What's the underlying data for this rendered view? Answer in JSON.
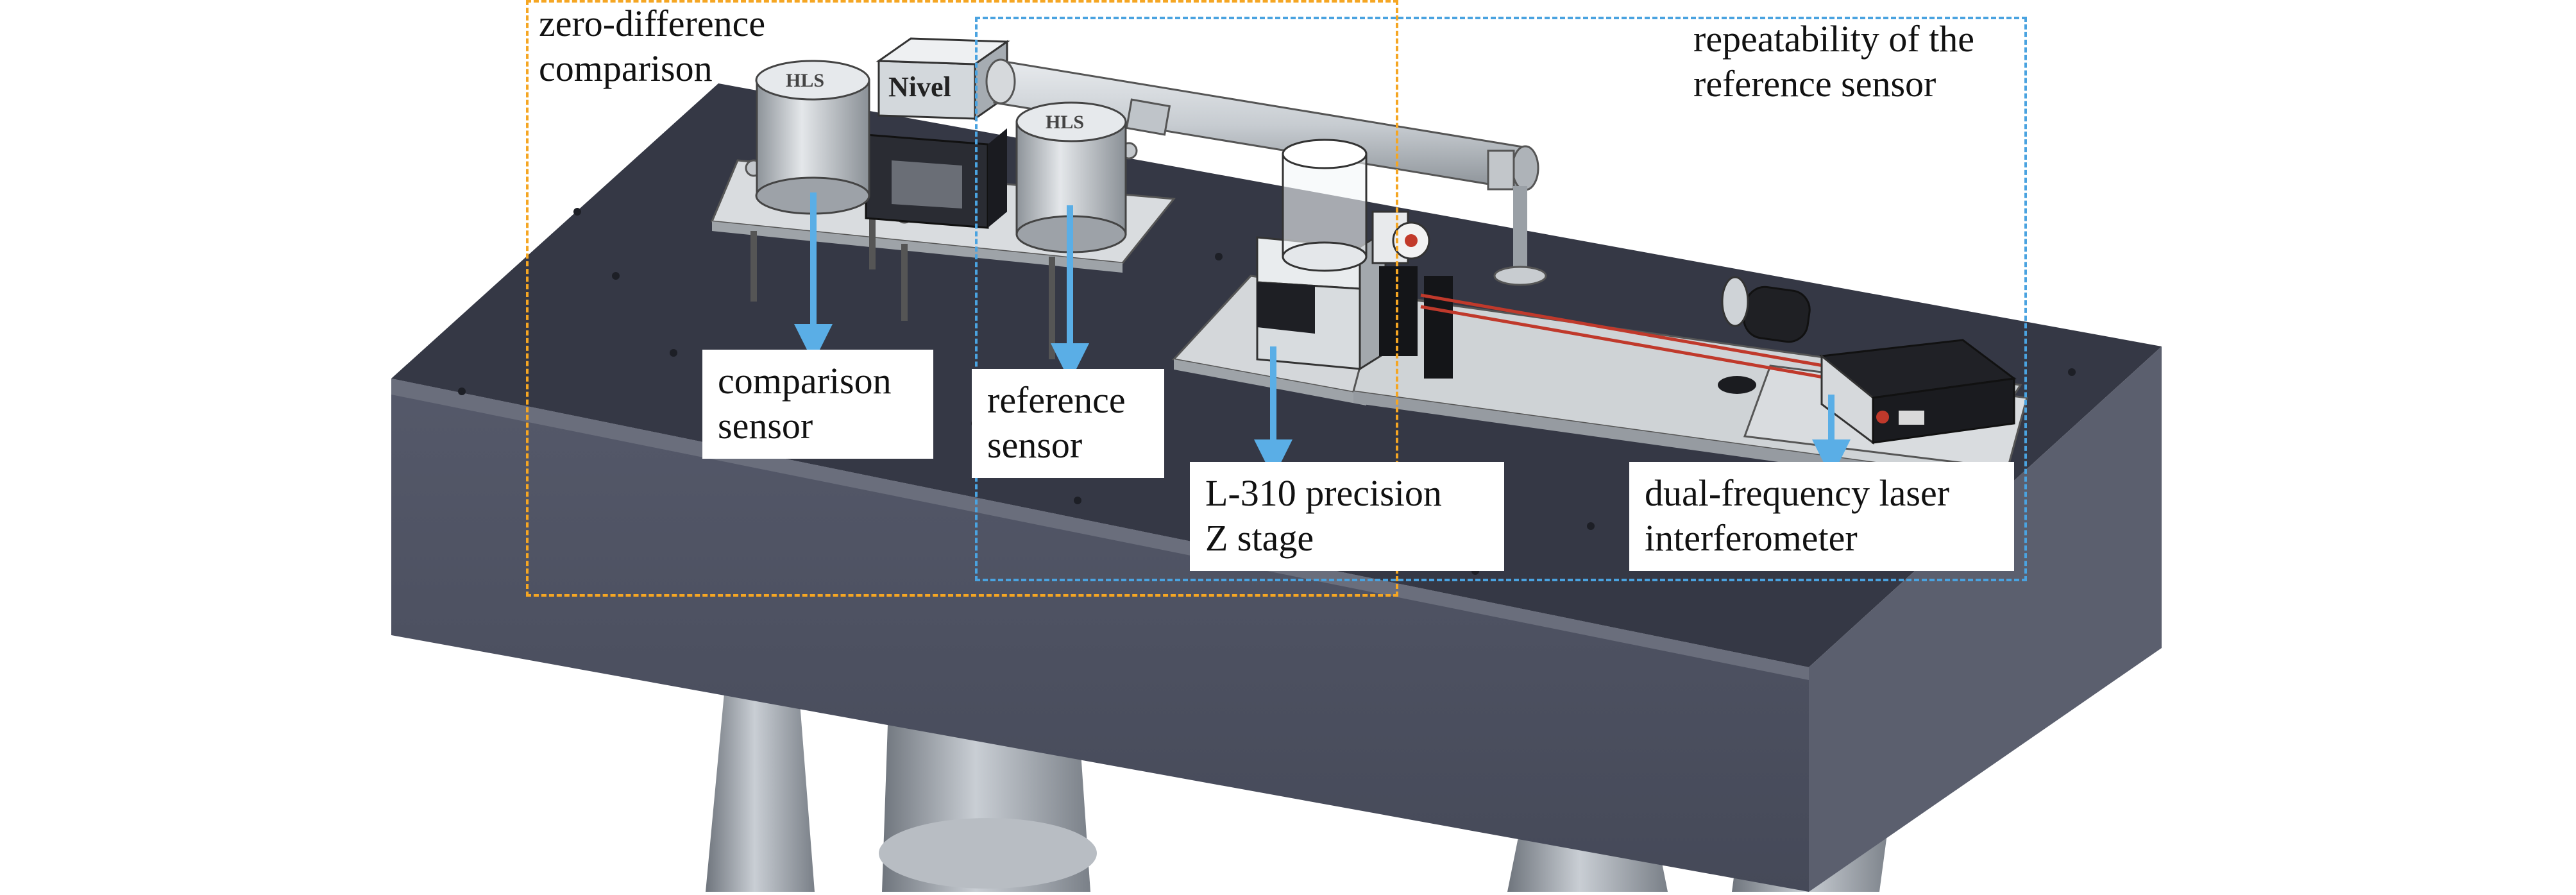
{
  "regions": {
    "zero_difference": {
      "title_line1": "zero-difference",
      "title_line2": "comparison",
      "color": "#f5a623"
    },
    "repeatability": {
      "title_line1": "repeatability of the",
      "title_line2": "reference sensor",
      "color": "#4aa3e0"
    }
  },
  "labels": {
    "comparison_sensor": {
      "line1": "comparison",
      "line2": "sensor"
    },
    "reference_sensor": {
      "line1": "reference",
      "line2": "sensor"
    },
    "z_stage": {
      "line1": "L-310 precision",
      "line2": "Z stage"
    },
    "laser": {
      "line1": "dual-frequency laser",
      "line2": "interferometer"
    }
  },
  "engravings": {
    "comparison_cap": "HLS",
    "reference_cap": "HLS",
    "nivel_box": "Nivel"
  },
  "colors": {
    "arrow": "#5aaee6",
    "table_top": "#3a3d48",
    "table_side": "#4a4e5c",
    "legs": "#9aa0a8"
  }
}
